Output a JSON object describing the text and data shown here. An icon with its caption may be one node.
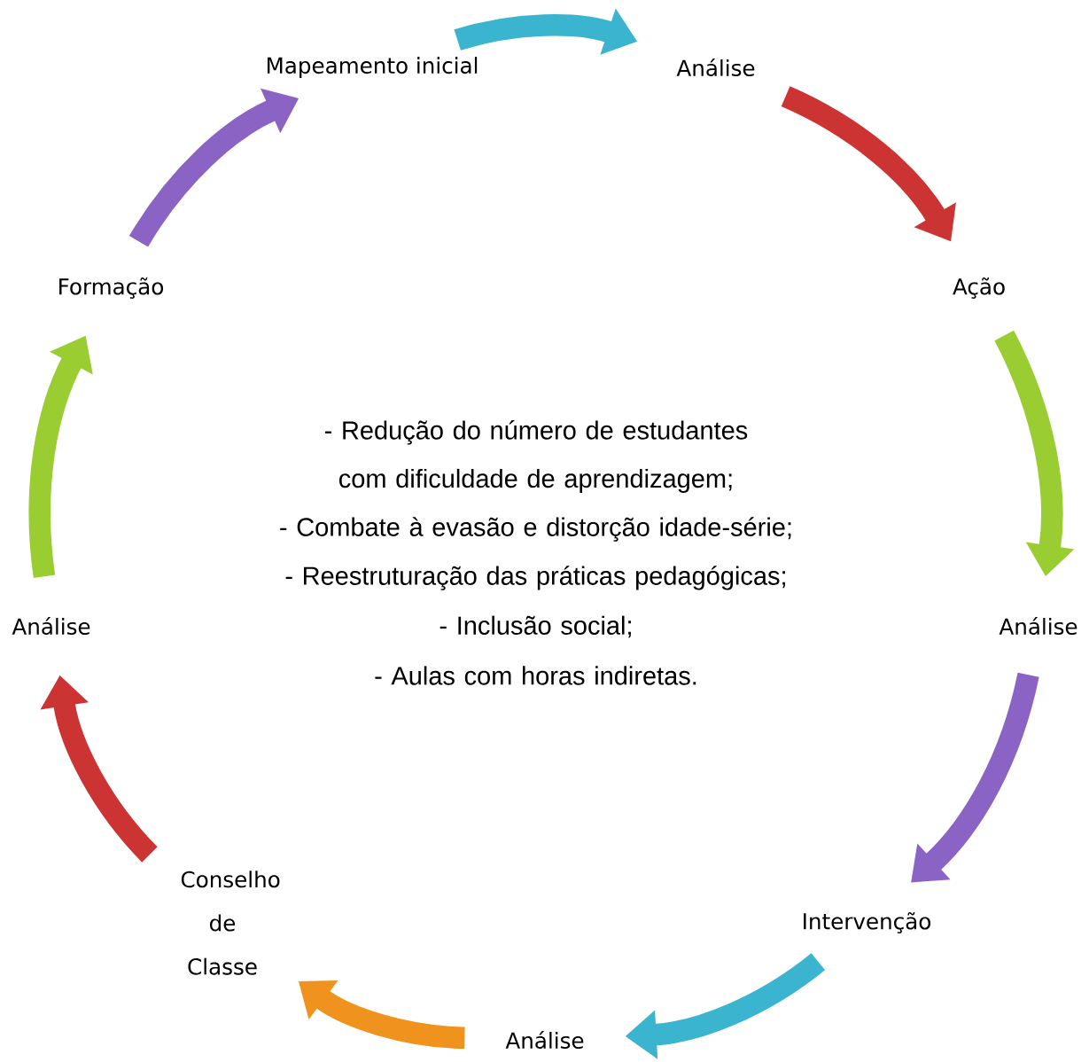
{
  "diagram": {
    "nodes": [
      {
        "text": [
          "Mapeamento inicial"
        ]
      },
      {
        "text": [
          "Análise"
        ]
      },
      {
        "text": [
          "Ação"
        ]
      },
      {
        "text": [
          "Análise"
        ]
      },
      {
        "text": [
          "Intervenção"
        ]
      },
      {
        "text": [
          "Análise"
        ]
      },
      {
        "text": [
          "Conselho de Classe"
        ]
      },
      {
        "text": [
          "Análise"
        ]
      },
      {
        "text": [
          "Formação"
        ]
      }
    ],
    "edges": [
      {
        "from": 0,
        "to": 1,
        "arrow": "to",
        "color": "#3bb4d0"
      },
      {
        "from": 1,
        "to": 2,
        "arrow": "to",
        "color": "#cc3333"
      },
      {
        "from": 2,
        "to": 3,
        "arrow": "to",
        "color": "#9acd32"
      },
      {
        "from": 3,
        "to": 4,
        "arrow": "to",
        "color": "#8a63c4"
      },
      {
        "from": 4,
        "to": 5,
        "arrow": "to",
        "color": "#3bb4d0"
      },
      {
        "from": 5,
        "to": 6,
        "arrow": "to",
        "color": "#f0921e"
      },
      {
        "from": 6,
        "to": 7,
        "arrow": "to",
        "color": "#cc3333"
      },
      {
        "from": 7,
        "to": 8,
        "arrow": "to",
        "color": "#9acd32"
      },
      {
        "from": 8,
        "to": 0,
        "arrow": "to",
        "color": "#8a63c4"
      }
    ],
    "labels": [
      "- Redução do número de estudantes com dificuldade de aprendizagem;",
      "- Combate à evasão e distorção idade-série;",
      "- Reestruturação das práticas pedagógicas;",
      "- Inclusão social;",
      "- Aulas com horas indiretas."
    ]
  }
}
